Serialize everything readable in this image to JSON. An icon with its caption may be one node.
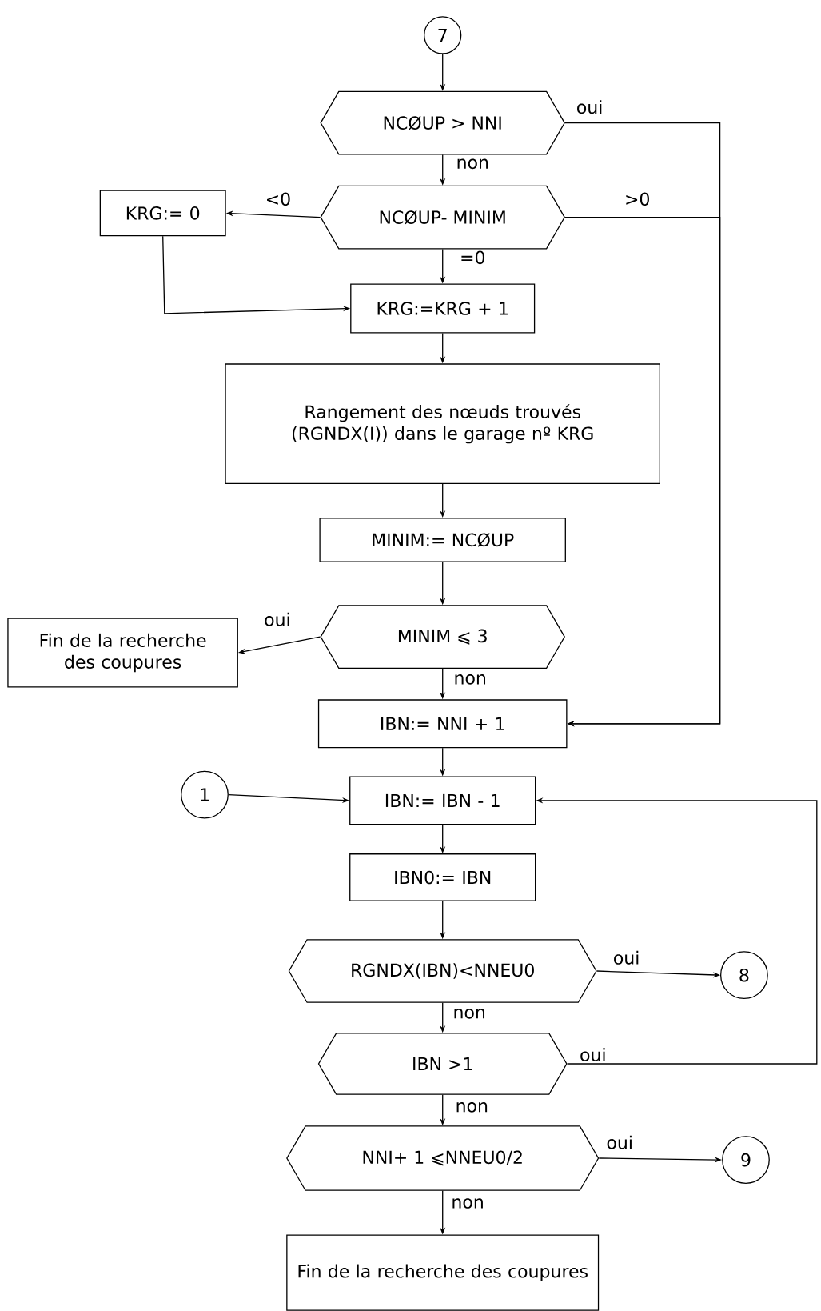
{
  "diagram": {
    "nodes": [
      {
        "text": [
          "7"
        ]
      },
      {
        "text": [
          "NCØUP > NNI"
        ]
      },
      {
        "text": [
          "NCØUP- MINIM"
        ]
      },
      {
        "text": [
          "KRG:= 0"
        ]
      },
      {
        "text": [
          "KRG:=KRG + 1"
        ]
      },
      {
        "text": [
          "Rangement des nœuds trouvés (RGNDX(I)) dans le garage nº KRG"
        ]
      },
      {
        "text": [
          "MINIM:= NCØUP"
        ]
      },
      {
        "text": [
          "MINIM ⩽ 3"
        ]
      },
      {
        "text": [
          "Fin de la recherche des coupures"
        ]
      },
      {
        "text": [
          "IBN:= NNI + 1"
        ]
      },
      {
        "text": [
          "1"
        ]
      },
      {
        "text": [
          "IBN:= IBN - 1"
        ]
      },
      {
        "text": [
          "IBN0:= IBN"
        ]
      },
      {
        "text": [
          "RGNDX(IBN)<NNEU0"
        ]
      },
      {
        "text": [
          "8"
        ]
      },
      {
        "text": [
          "IBN >1"
        ]
      },
      {
        "text": [
          "NNI+ 1 ⩽NNEU0/2"
        ]
      },
      {
        "text": [
          "9"
        ]
      },
      {
        "text": [
          "Fin de la recherche des coupures"
        ]
      }
    ],
    "edges": [
      {
        "from": 0,
        "to": 1,
        "arrow": "to"
      },
      {
        "from": 1,
        "to": 9,
        "arrow": "to",
        "label": "oui"
      },
      {
        "from": 1,
        "to": 2,
        "arrow": "to",
        "label": "non"
      },
      {
        "from": 2,
        "to": 3,
        "arrow": "to",
        "label": "<0"
      },
      {
        "from": 2,
        "to": 9,
        "arrow": "to",
        "label": ">0"
      },
      {
        "from": 2,
        "to": 4,
        "arrow": "to",
        "label": "=0"
      },
      {
        "from": 3,
        "to": 4,
        "arrow": "to"
      },
      {
        "from": 4,
        "to": 5,
        "arrow": "to"
      },
      {
        "from": 5,
        "to": 6,
        "arrow": "to"
      },
      {
        "from": 6,
        "to": 7,
        "arrow": "to"
      },
      {
        "from": 7,
        "to": 8,
        "arrow": "to",
        "label": "oui"
      },
      {
        "from": 7,
        "to": 9,
        "arrow": "to",
        "label": "non"
      },
      {
        "from": 9,
        "to": 11,
        "arrow": "to"
      },
      {
        "from": 10,
        "to": 11,
        "arrow": "to"
      },
      {
        "from": 11,
        "to": 12,
        "arrow": "to"
      },
      {
        "from": 12,
        "to": 13,
        "arrow": "to"
      },
      {
        "from": 13,
        "to": 14,
        "arrow": "to",
        "label": "oui"
      },
      {
        "from": 13,
        "to": 15,
        "arrow": "to",
        "label": "non"
      },
      {
        "from": 15,
        "to": 11,
        "arrow": "to",
        "label": "oui"
      },
      {
        "from": 15,
        "to": 16,
        "arrow": "to",
        "label": "non"
      },
      {
        "from": 16,
        "to": 17,
        "arrow": "to",
        "label": "oui"
      },
      {
        "from": 16,
        "to": 18,
        "arrow": "to",
        "label": "non"
      }
    ]
  }
}
